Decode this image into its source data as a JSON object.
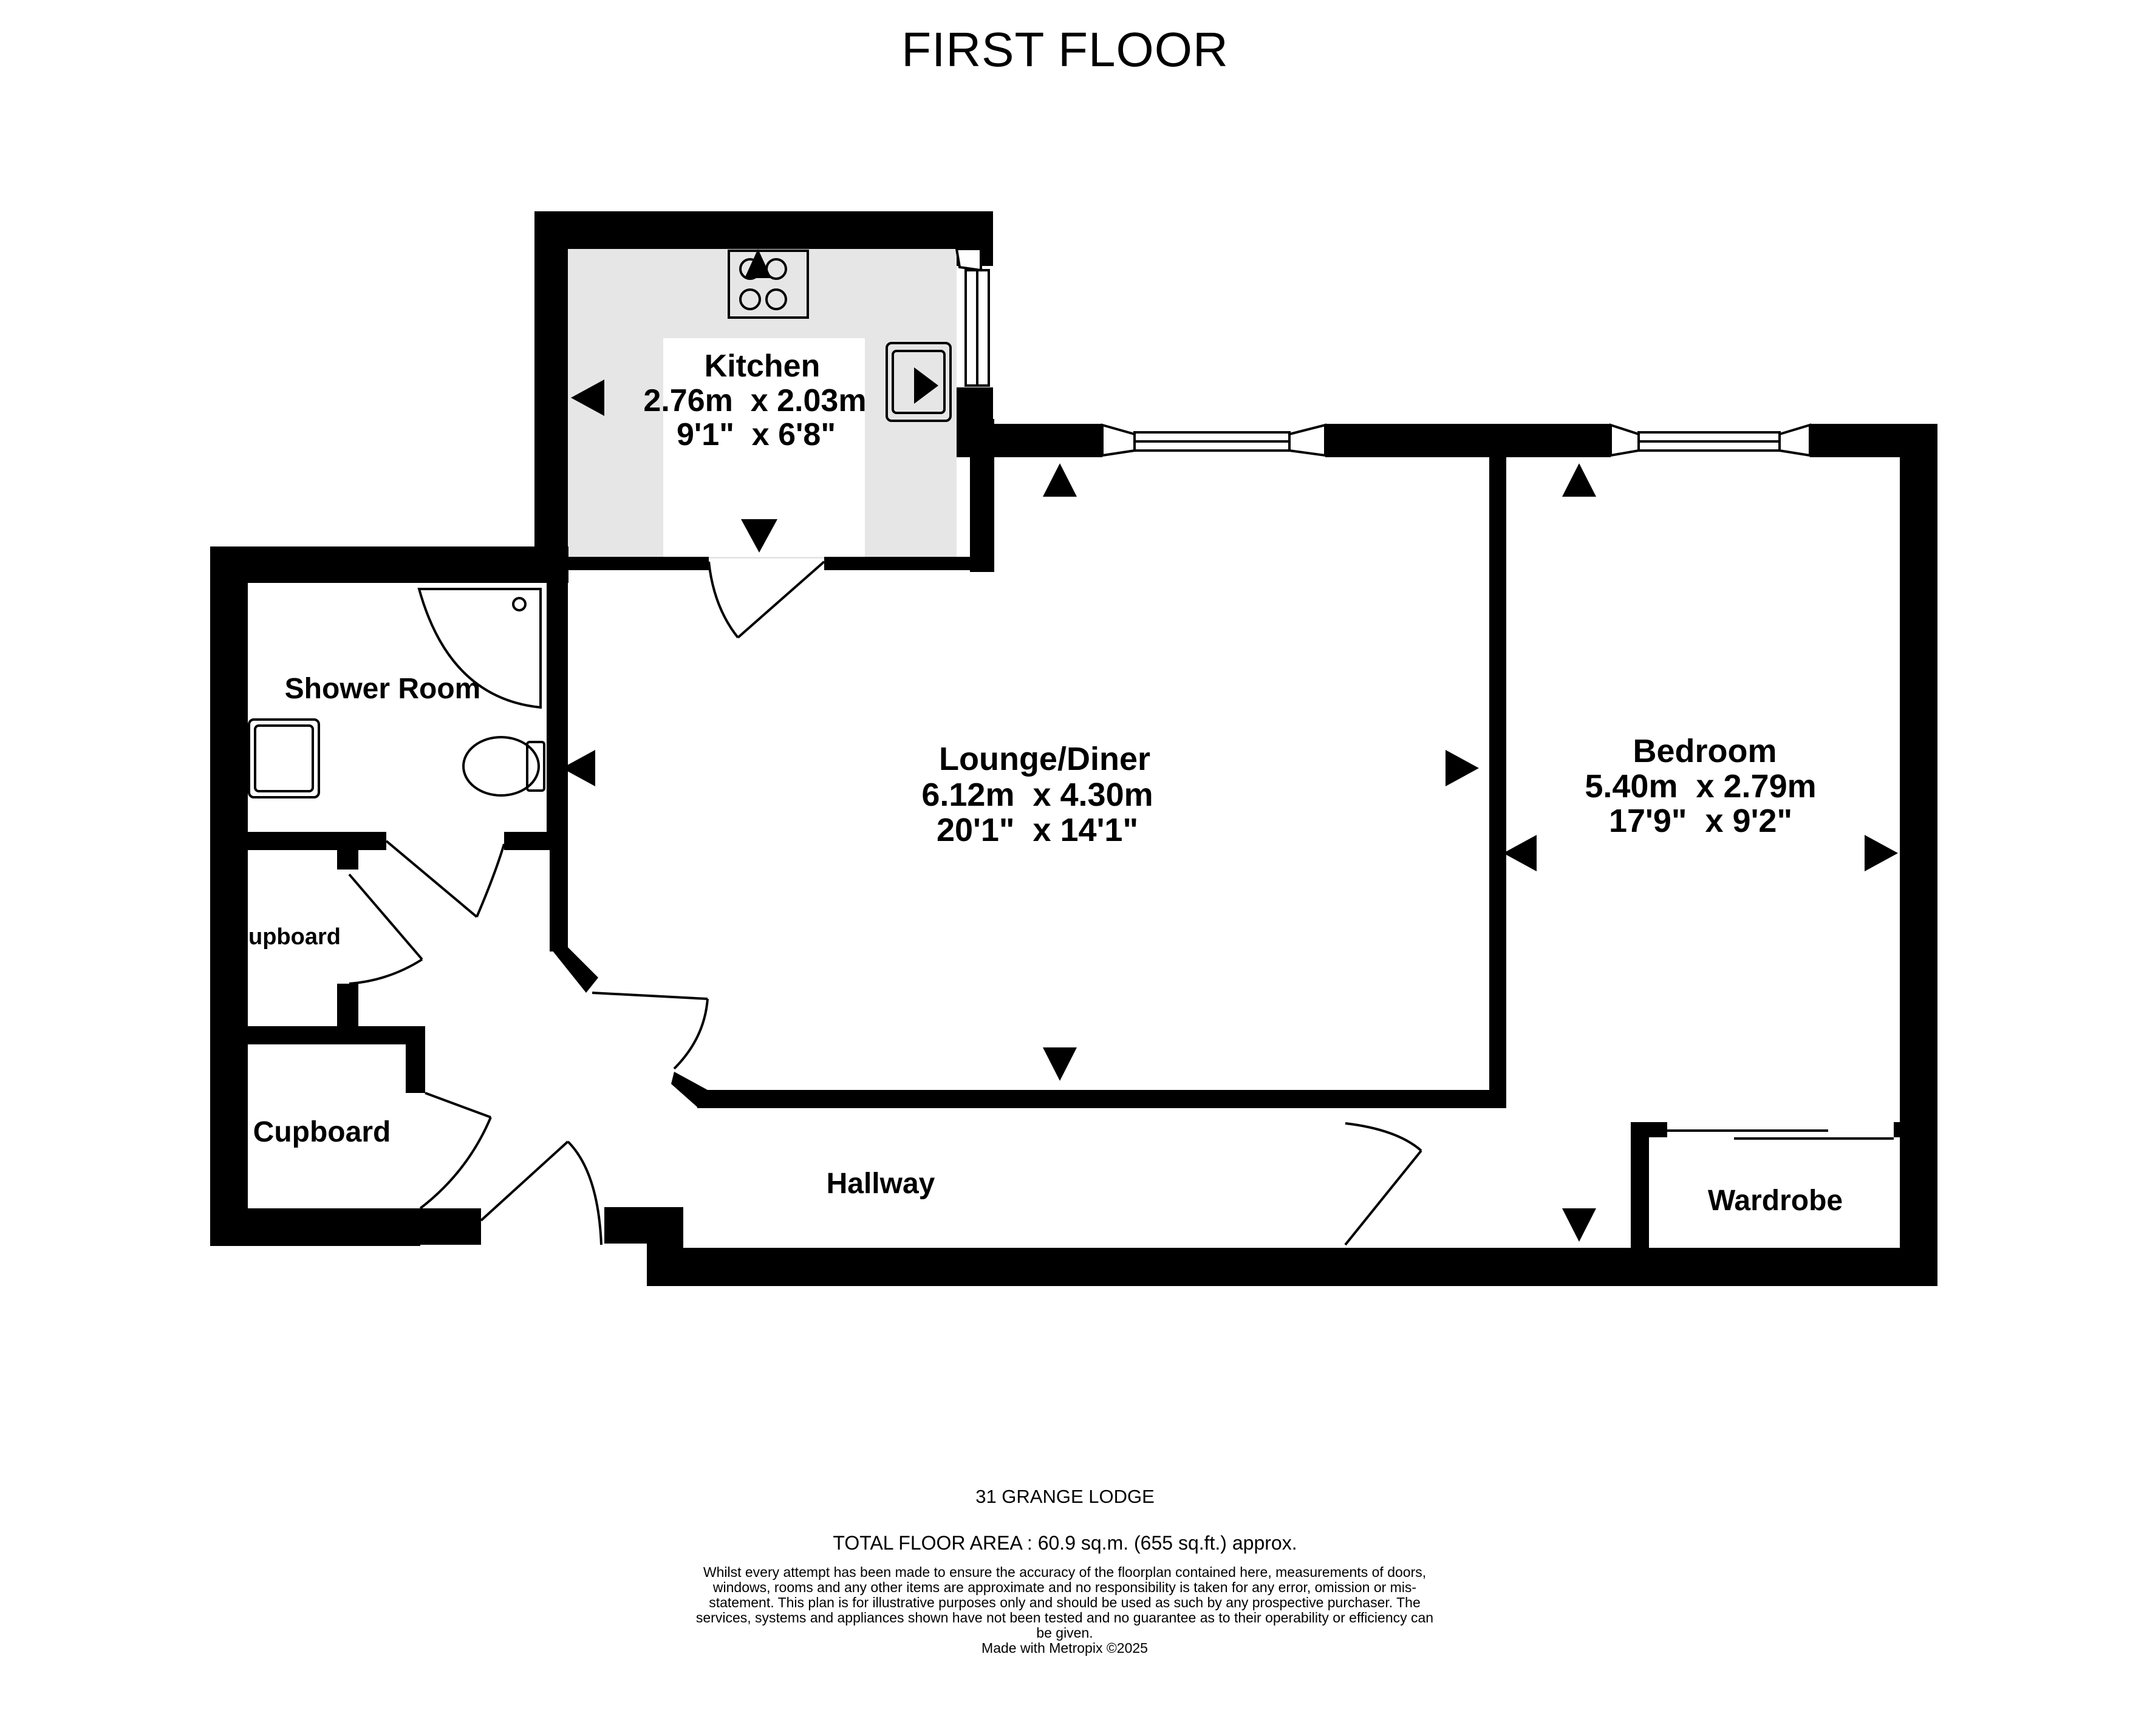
{
  "title": "FIRST FLOOR",
  "rooms": {
    "kitchen": {
      "name": "Kitchen",
      "metric": "2.76m  x 2.03m",
      "imperial": "9'1\"  x 6'8\""
    },
    "lounge": {
      "name": "Lounge/Diner",
      "metric": "6.12m  x 4.30m",
      "imperial": "20'1\"  x 14'1\""
    },
    "bedroom": {
      "name": "Bedroom",
      "metric": "5.40m  x 2.79m",
      "imperial": "17'9\"  x 9'2\""
    },
    "shower": {
      "name": "Shower Room"
    },
    "cupboard_small": {
      "name": "upboard"
    },
    "cupboard": {
      "name": "Cupboard"
    },
    "hallway": {
      "name": "Hallway"
    },
    "wardrobe": {
      "name": "Wardrobe"
    }
  },
  "footer": {
    "address": "31 GRANGE LODGE",
    "area": "TOTAL FLOOR AREA : 60.9 sq.m. (655 sq.ft.) approx.",
    "disclaimer": "Whilst every attempt has been made to ensure the accuracy of the floorplan contained here, measurements of doors, windows, rooms and any other items are approximate and no responsibility is taken for any error, omission or mis-statement. This plan is for illustrative purposes only and should be used as such by any prospective purchaser. The services, systems and appliances shown have not been tested and no guarantee as to their operability or efficiency can be given.",
    "credit": "Made with Metropix ©2025"
  },
  "colors": {
    "wall": "#000000",
    "kitchen_floor": "#e6e6e6",
    "background": "#ffffff"
  }
}
